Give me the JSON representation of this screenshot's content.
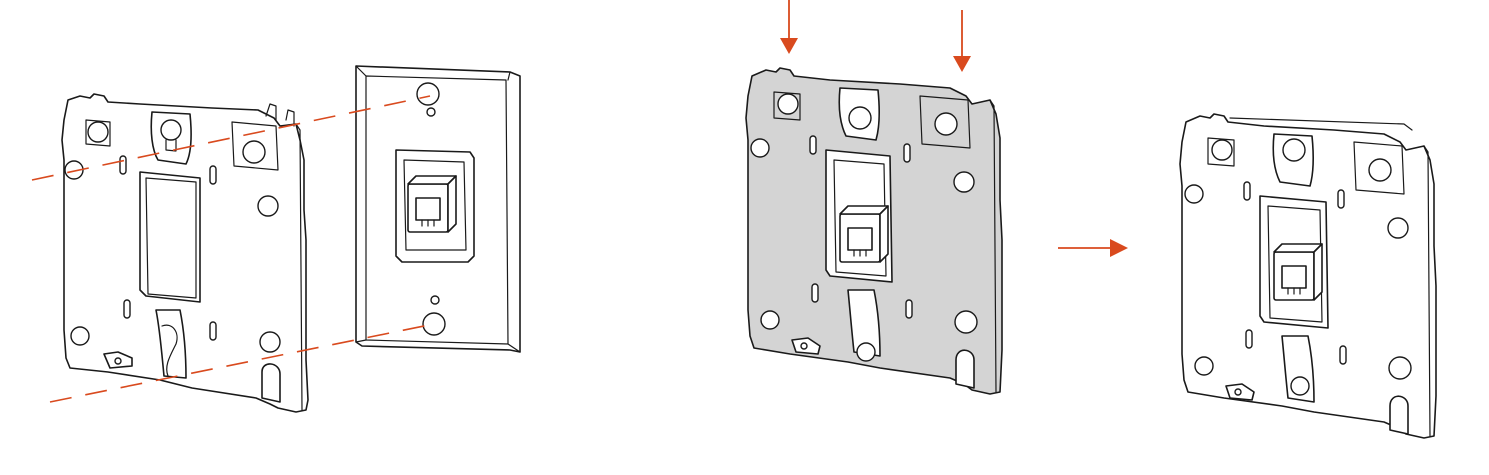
{
  "figure": {
    "steps": [
      {
        "id": "step-align",
        "parts": [
          "mounting-plate",
          "wall-plate"
        ]
      },
      {
        "id": "step-slide-down",
        "parts": [
          "mounting-plate-shaded"
        ]
      },
      {
        "id": "step-result",
        "parts": [
          "mounted-plate"
        ]
      }
    ]
  },
  "colors": {
    "accent": "#d94a1e",
    "outline": "#1a1a1a",
    "plate_shade": "#d4d4d4",
    "background": "#ffffff"
  },
  "icons": {
    "down_arrow": "arrow-down-icon",
    "right_arrow": "arrow-right-icon",
    "phone_jack": "rj-jack-icon"
  }
}
